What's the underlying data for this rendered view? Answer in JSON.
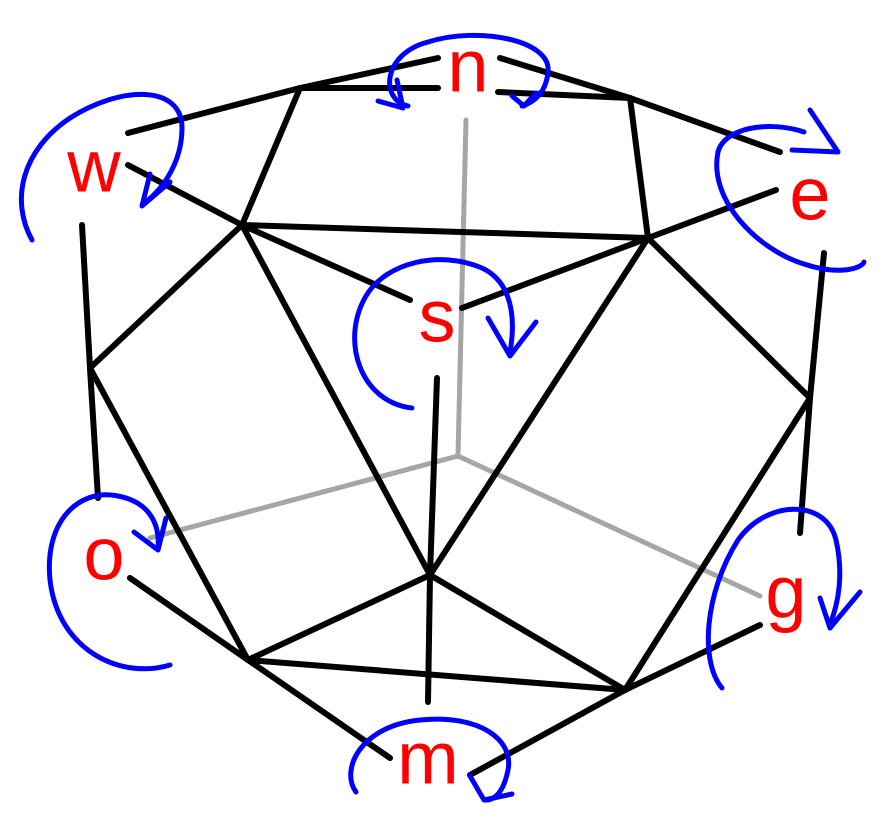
{
  "colors": {
    "edge": "#000000",
    "hidden_edge": "#a6a6a6",
    "label": "#ff0000",
    "rotation_arrow": "#0000ff",
    "background": "#ffffff"
  },
  "labels": {
    "n": "n",
    "w": "w",
    "e": "e",
    "s": "s",
    "o": "o",
    "g": "g",
    "m": "m"
  }
}
